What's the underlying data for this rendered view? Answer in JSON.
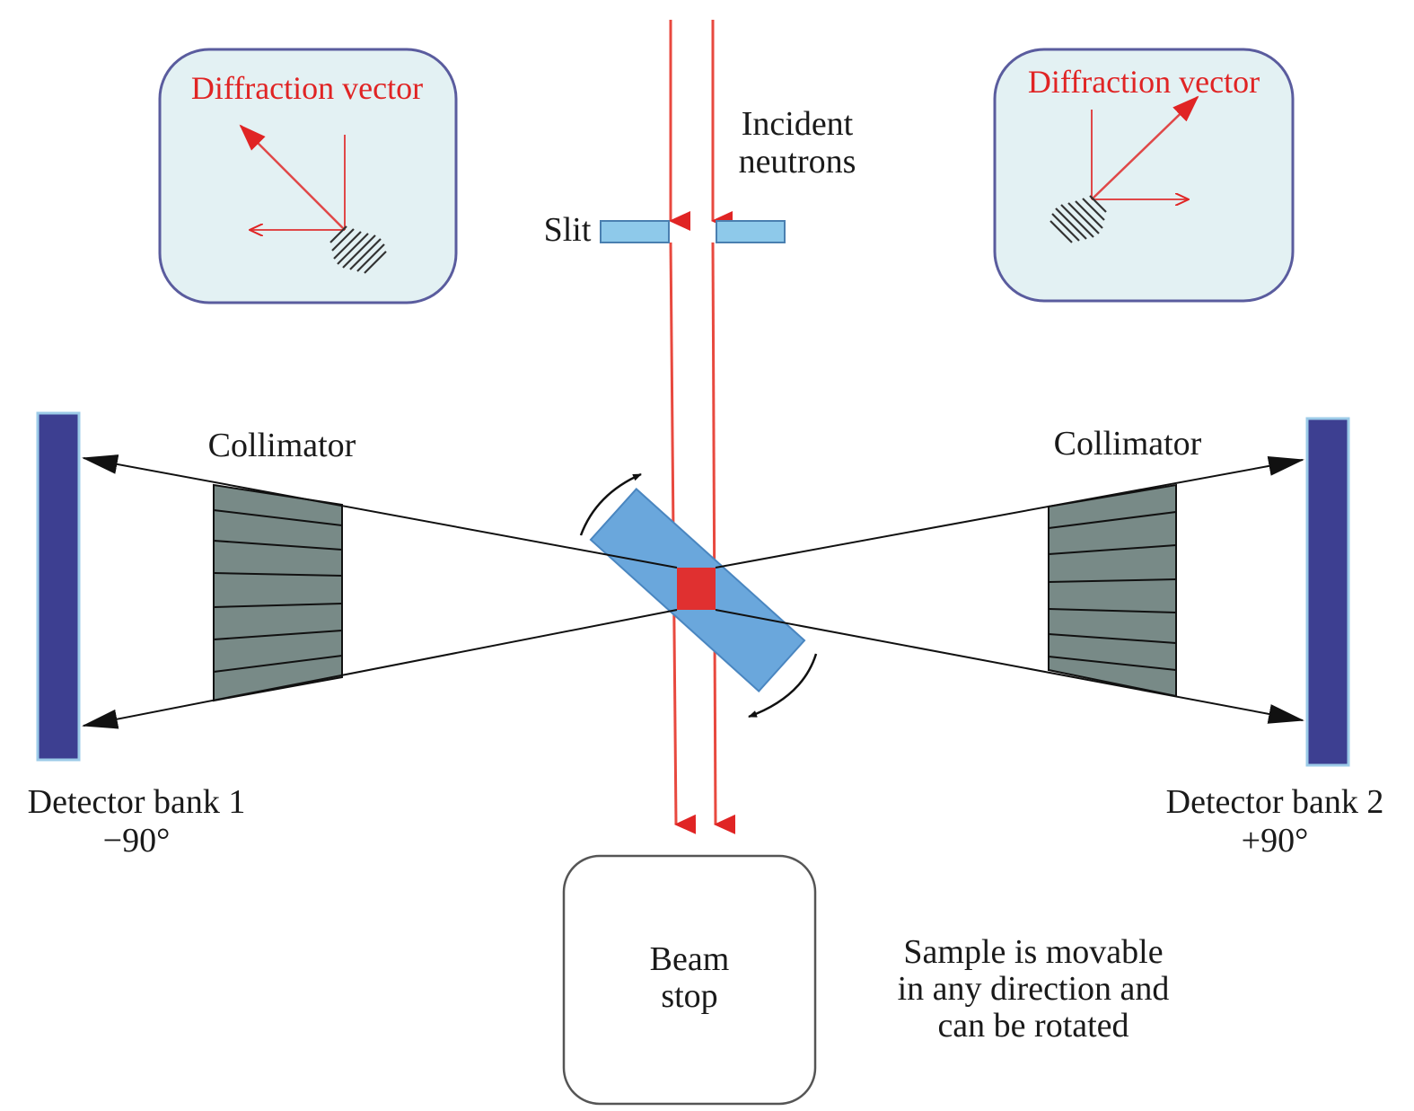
{
  "labels": {
    "incident_line1": "Incident",
    "incident_line2": "neutrons",
    "slit": "Slit",
    "collimator_left": "Collimator",
    "collimator_right": "Collimator",
    "detector1_line1": "Detector bank 1",
    "detector1_line2": "−90°",
    "detector2_line1": "Detector bank 2",
    "detector2_line2": "+90°",
    "beam_stop_line1": "Beam",
    "beam_stop_line2": "stop",
    "sample_note_line1": "Sample is movable",
    "sample_note_line2": "in any direction and",
    "sample_note_line3": "can be rotated",
    "diffraction_left": "Diffraction vector",
    "diffraction_right": "Diffraction vector"
  },
  "colors": {
    "beam": "#e8493f",
    "detector": "#3d3f91",
    "detector_edge": "#9ccbe8",
    "slit": "#8ec9ea",
    "sample": "#6aa7dc",
    "gauge_volume": "#e03030",
    "collimator": "#788a87",
    "inset_bg": "#e3f1f3",
    "inset_border": "#5a5c9e"
  },
  "icons": {
    "rotation": "curved-arrow-icon",
    "arrow": "arrowhead-icon"
  }
}
